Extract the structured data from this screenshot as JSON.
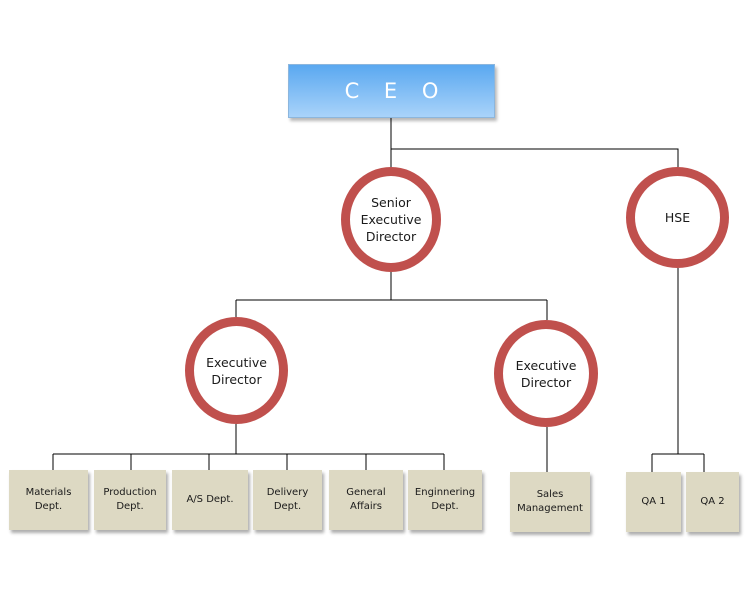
{
  "ceo": "C E O",
  "senior": "Senior\nExecutive\nDirector",
  "hse": "HSE",
  "exec_left": "Executive\nDirector",
  "exec_right": "Executive\nDirector",
  "depts": [
    "Materials\nDept.",
    "Production\nDept.",
    "A/S Dept.",
    "Delivery\nDept.",
    "General\nAffairs",
    "Enginnering\nDept."
  ],
  "sales": "Sales\nManagement",
  "qa": [
    "QA 1",
    "QA 2"
  ],
  "colors": {
    "circle_border": "#c0504d",
    "box_fill": "#ddd9c3",
    "ceo_fill_top": "#5aa8f0",
    "ceo_fill_bottom": "#a9d3fa"
  }
}
